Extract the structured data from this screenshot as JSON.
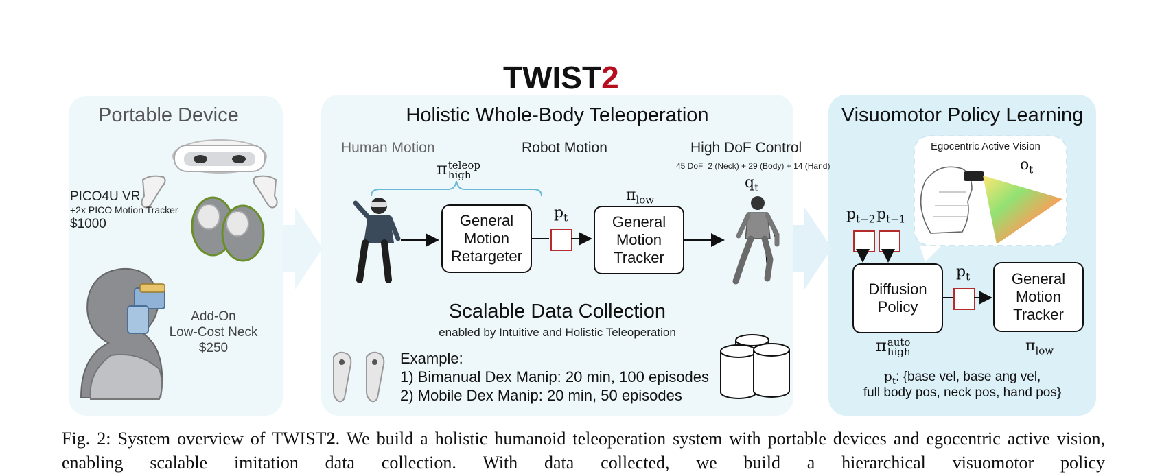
{
  "title": {
    "main": "TWIST",
    "accent": "2",
    "accent_color": "#b50f1f"
  },
  "portable": {
    "title": "Portable Device",
    "vr_name": "PICO4U VR",
    "vr_tracker": "+2x PICO Motion Tracker",
    "vr_price": "$1000",
    "neck_line1": "Add-On",
    "neck_line2": "Low-Cost Neck",
    "neck_price": "$250"
  },
  "teleop": {
    "title": "Holistic Whole-Body Teleoperation",
    "human_motion": "Human Motion",
    "robot_motion": "Robot Motion",
    "high_dof": "High DoF Control",
    "dof_detail": "45 DoF=2 (Neck) + 29 (Body) + 14 (Hand)",
    "pi_high_symbol": "π",
    "pi_high_sub": "high",
    "pi_high_sup": "teleop",
    "retargeter": "General Motion Retargeter",
    "tracker": "General Motion Tracker",
    "pt_symbol": "p",
    "pt_sub": "t",
    "pi_low_symbol": "π",
    "pi_low_sub": "low",
    "qt_symbol": "q",
    "qt_sub": "t",
    "scalable_title": "Scalable Data Collection",
    "scalable_sub": "enabled by Intuitive and Holistic Teleoperation",
    "example_label": "Example:",
    "example_1": "1) Bimanual Dex Manip: 20 min, 100 episodes",
    "example_2": "2) Mobile Dex Manip: 20 min, 50 episodes"
  },
  "visuomotor": {
    "title": "Visuomotor Policy Learning",
    "ego_label": "Egocentric Active Vision",
    "ot_symbol": "o",
    "ot_sub": "t",
    "ptm2_symbol": "p",
    "ptm2_sub": "t−2",
    "ptm1_symbol": "p",
    "ptm1_sub": "t−1",
    "diffusion": "Diffusion Policy",
    "tracker": "General Motion Tracker",
    "pt_symbol": "p",
    "pt_sub": "t",
    "pi_auto_symbol": "π",
    "pi_auto_sub": "high",
    "pi_auto_sup": "auto",
    "pi_low_symbol": "π",
    "pi_low_sub": "low",
    "legend_symbol": "p",
    "legend_sub": "t",
    "legend_line1": ": {base vel, base ang vel,",
    "legend_line2": "full body pos, neck pos, hand pos}"
  },
  "caption": {
    "prefix": "Fig. 2: System overview of TWIST",
    "bold": "2",
    "rest": ". We build a holistic humanoid teleoperation system with portable devices and egocentric active vision, enabling scalable imitation data collection. With data collected, we build a hierarchical visuomotor policy"
  }
}
